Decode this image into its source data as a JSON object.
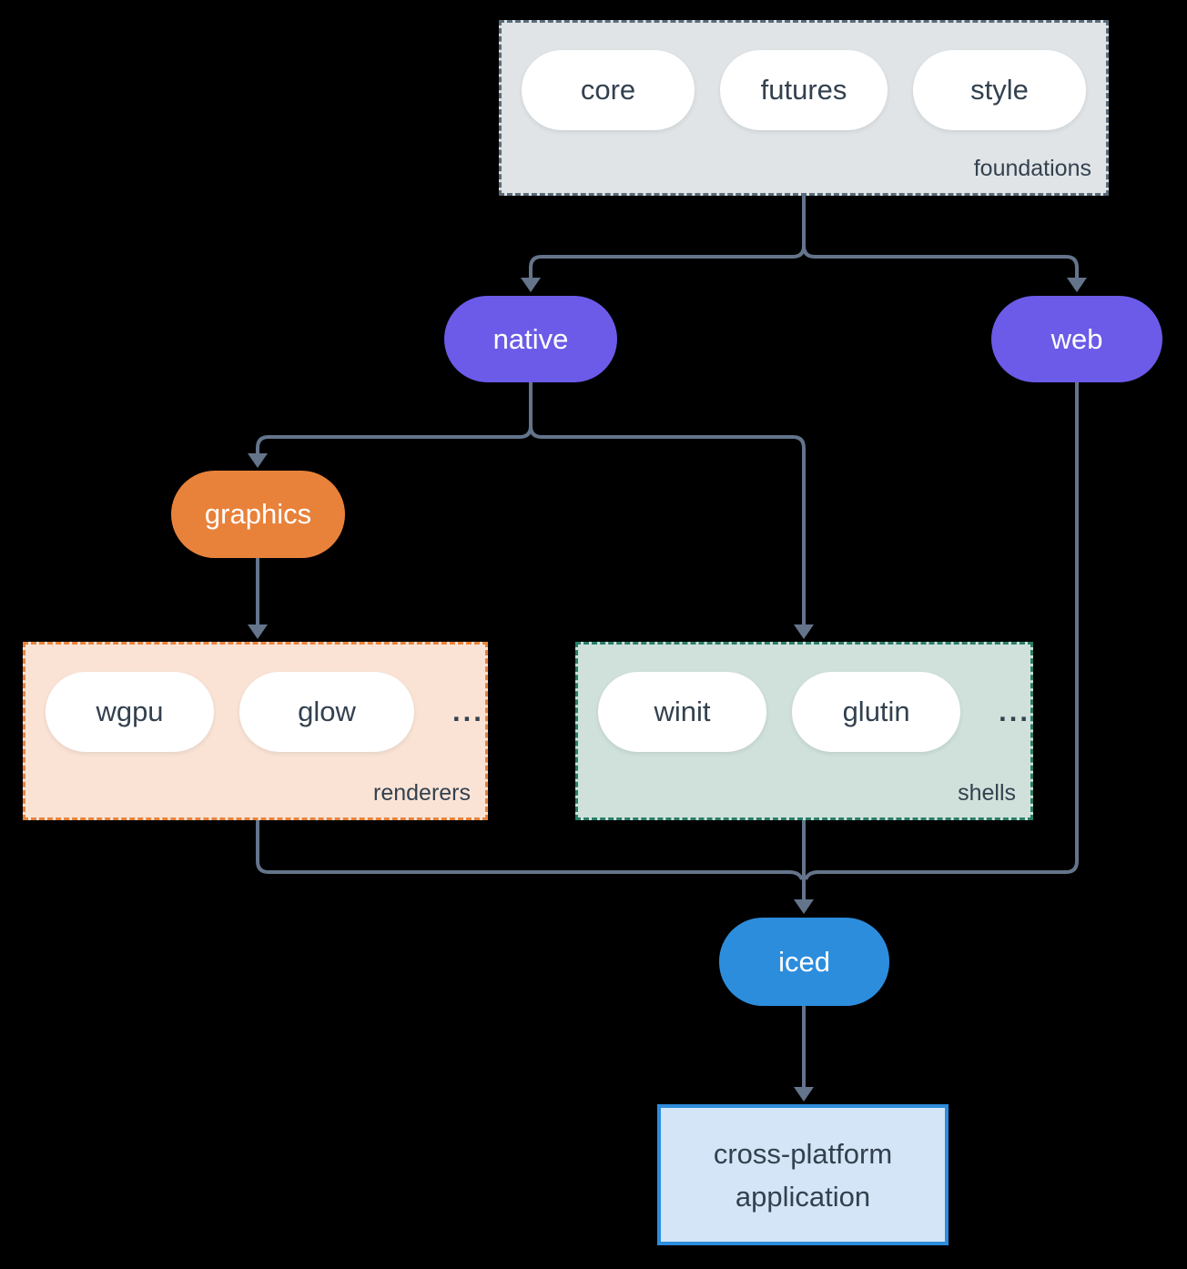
{
  "theme": {
    "bg": "#000000",
    "line": "#64748b",
    "ink": "#33414f",
    "white": "#ffffff",
    "purple": "#6b5be8",
    "orange": "#e8823a",
    "blue": "#2d8ddd",
    "gray-fill": "#e0e4e6",
    "gray-border": "#5a6c7a",
    "peach-fill": "#fae3d5",
    "sage-fill": "#cfe1da",
    "teal-border": "#2a7d68",
    "app-fill": "#d4e5f7"
  },
  "diagram": {
    "groups": {
      "foundations": {
        "label": "foundations",
        "items": [
          "core",
          "futures",
          "style"
        ]
      },
      "renderers": {
        "label": "renderers",
        "items": [
          "wgpu",
          "glow"
        ],
        "ellipsis": "..."
      },
      "shells": {
        "label": "shells",
        "items": [
          "winit",
          "glutin"
        ],
        "ellipsis": "..."
      }
    },
    "nodes": {
      "native": {
        "label": "native"
      },
      "web": {
        "label": "web"
      },
      "graphics": {
        "label": "graphics"
      },
      "iced": {
        "label": "iced"
      },
      "application": {
        "label_line1": "cross-platform",
        "label_line2": "application"
      }
    },
    "edges": [
      "foundations -> native",
      "foundations -> web",
      "native -> graphics",
      "native -> shells",
      "graphics -> renderers",
      "renderers -> iced",
      "shells -> iced",
      "web -> iced",
      "iced -> application"
    ]
  }
}
